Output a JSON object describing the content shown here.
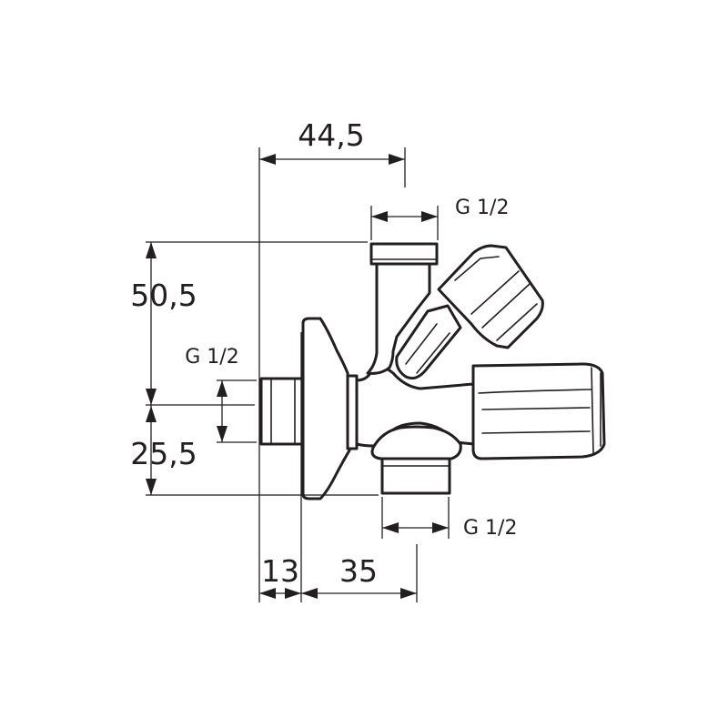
{
  "dimensions": {
    "top_width": "44,5",
    "top_outlet_thread": "G 1/2",
    "height_upper": "50,5",
    "inlet_thread": "G 1/2",
    "height_lower": "25,5",
    "bottom_outlet_thread": "G 1/2",
    "inlet_length": "13",
    "bottom_offset": "35"
  },
  "colors": {
    "line": "#231f20",
    "background": "#ffffff"
  }
}
